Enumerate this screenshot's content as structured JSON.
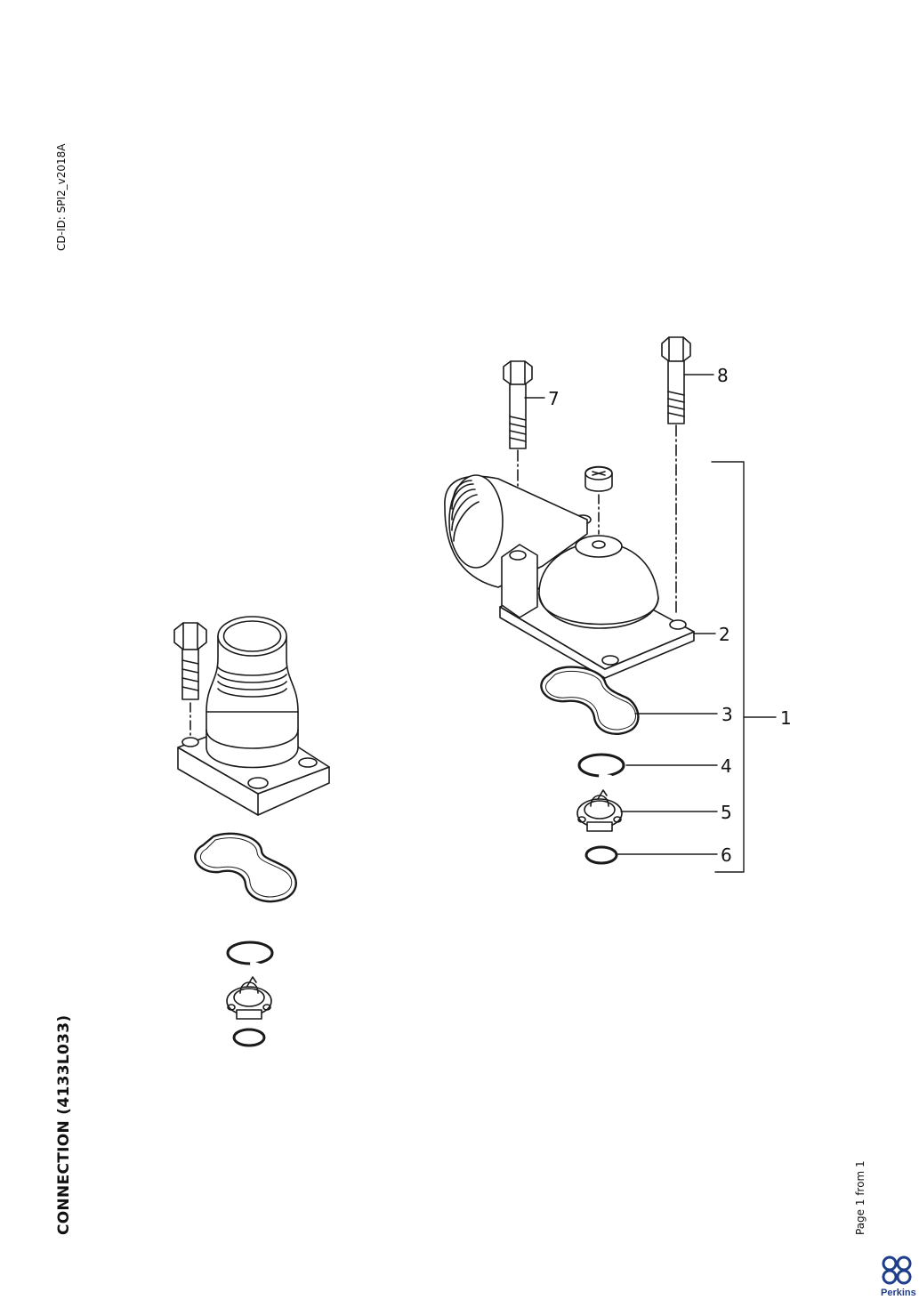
{
  "header": {
    "cd_id": "CD-ID: SPI2_v2018A"
  },
  "title": "CONNECTION (4133L033)",
  "footer": {
    "page": "Page 1 from 1",
    "logo_text": "Perkins"
  },
  "callouts": [
    "1",
    "2",
    "3",
    "4",
    "5",
    "6",
    "7",
    "8"
  ],
  "colors": {
    "line": "#1a1a1a",
    "logo": "#1f3d8a",
    "part_fill": "#f2f2f2"
  }
}
